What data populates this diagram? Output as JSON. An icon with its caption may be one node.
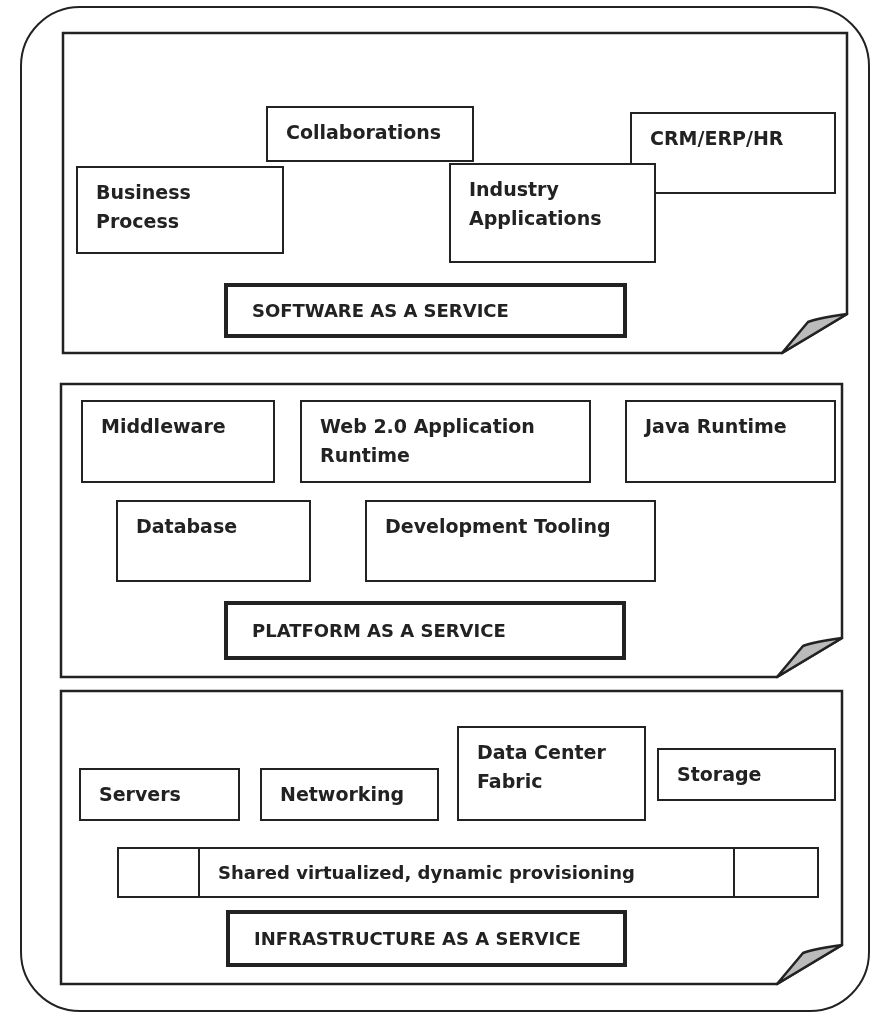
{
  "diagram": {
    "nodes": [
      {
        "text": [],
        "shape": "box"
      },
      {
        "text": [
          "Business Process"
        ],
        "in": 0
      },
      {
        "text": [
          "Collaborations"
        ],
        "in": 0
      },
      {
        "text": [
          "CRM/ERP/HR"
        ],
        "in": 0
      },
      {
        "text": [
          "Industry Applications"
        ],
        "in": 0
      },
      {
        "text": [
          "SOFTWARE AS A SERVICE"
        ],
        "in": 0
      },
      {
        "text": [],
        "shape": "box"
      },
      {
        "text": [
          "Middleware"
        ],
        "in": 6
      },
      {
        "text": [
          "Web 2.0 Application Runtime"
        ],
        "in": 6
      },
      {
        "text": [
          "Java Runtime"
        ],
        "in": 6
      },
      {
        "text": [
          "Database"
        ],
        "in": 6
      },
      {
        "text": [
          "Development Tooling"
        ],
        "in": 6
      },
      {
        "text": [
          "PLATFORM AS A SERVICE"
        ],
        "in": 6
      },
      {
        "text": [],
        "shape": "box"
      },
      {
        "text": [
          "Data Center Fabric"
        ],
        "in": 13
      },
      {
        "text": [
          "Storage"
        ],
        "in": 13
      },
      {
        "text": [
          "Servers"
        ],
        "in": 13
      },
      {
        "text": [
          "Networking"
        ],
        "in": 13
      },
      {
        "text": [
          "Shared virtualized, dynamic provisioning"
        ],
        "in": 13
      },
      {
        "text": [
          "INFRASTRUCTURE AS A SERVICE"
        ],
        "in": 13
      }
    ],
    "edges": []
  }
}
